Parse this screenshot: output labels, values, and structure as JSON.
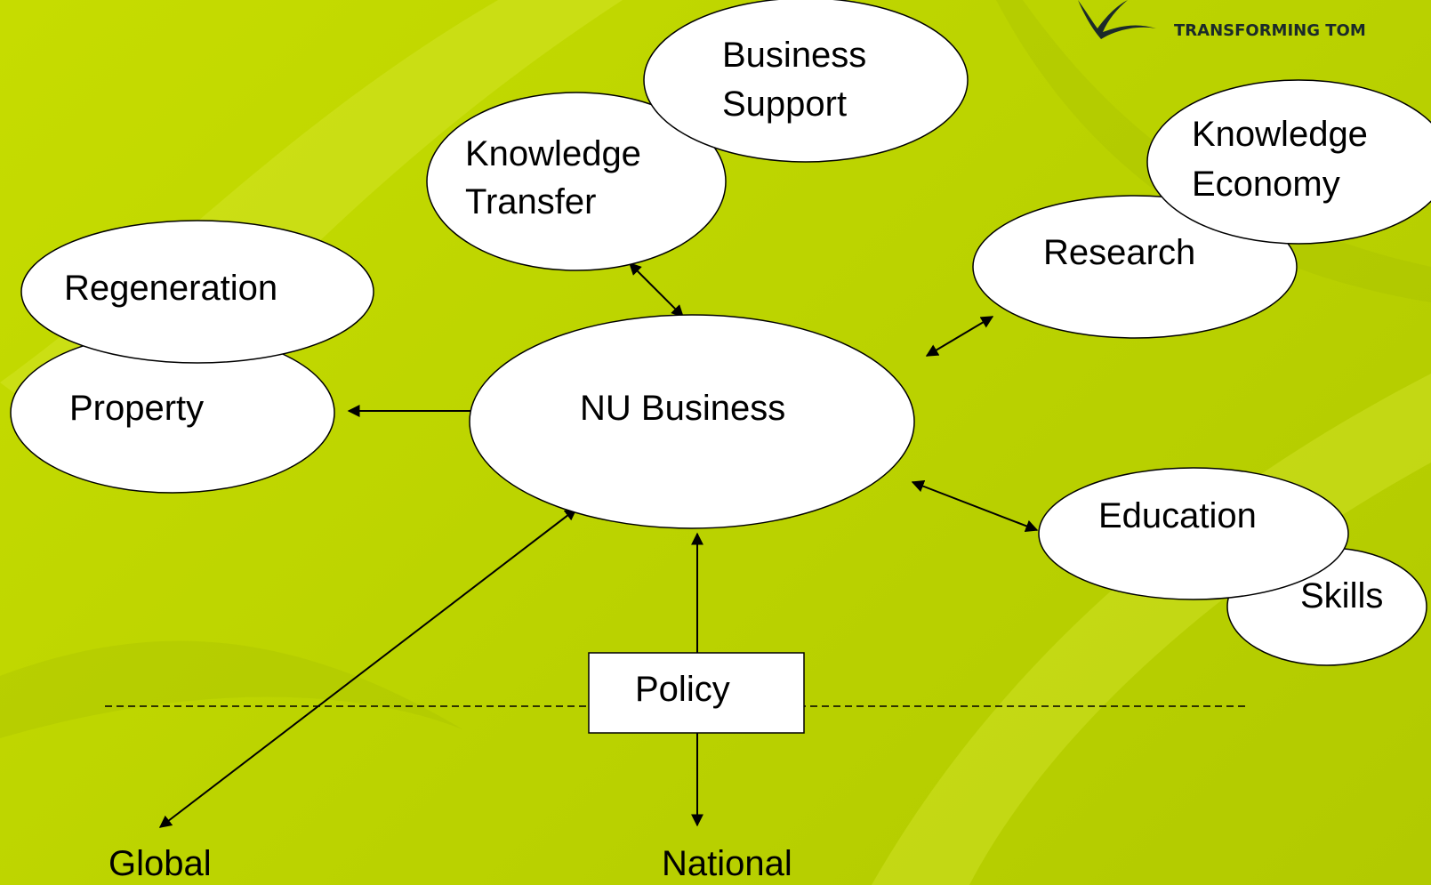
{
  "logo": {
    "tagline": "TRANSFORMING TOM"
  },
  "nodes": {
    "center": {
      "label": "NU Business"
    },
    "business_support": {
      "line1": "Business",
      "line2": "Support"
    },
    "knowledge_transfer": {
      "line1": "Knowledge",
      "line2": "Transfer"
    },
    "knowledge_economy": {
      "line1": "Knowledge",
      "line2": "Economy"
    },
    "research": {
      "label": "Research"
    },
    "regeneration": {
      "label": "Regeneration"
    },
    "property": {
      "label": "Property"
    },
    "education": {
      "label": "Education"
    },
    "skills": {
      "label": "Skills"
    },
    "policy": {
      "label": "Policy"
    }
  },
  "bottom_labels": {
    "global": "Global",
    "national": "National"
  },
  "colors": {
    "background": "#bcd400",
    "node_fill": "#ffffff",
    "stroke": "#000000"
  }
}
